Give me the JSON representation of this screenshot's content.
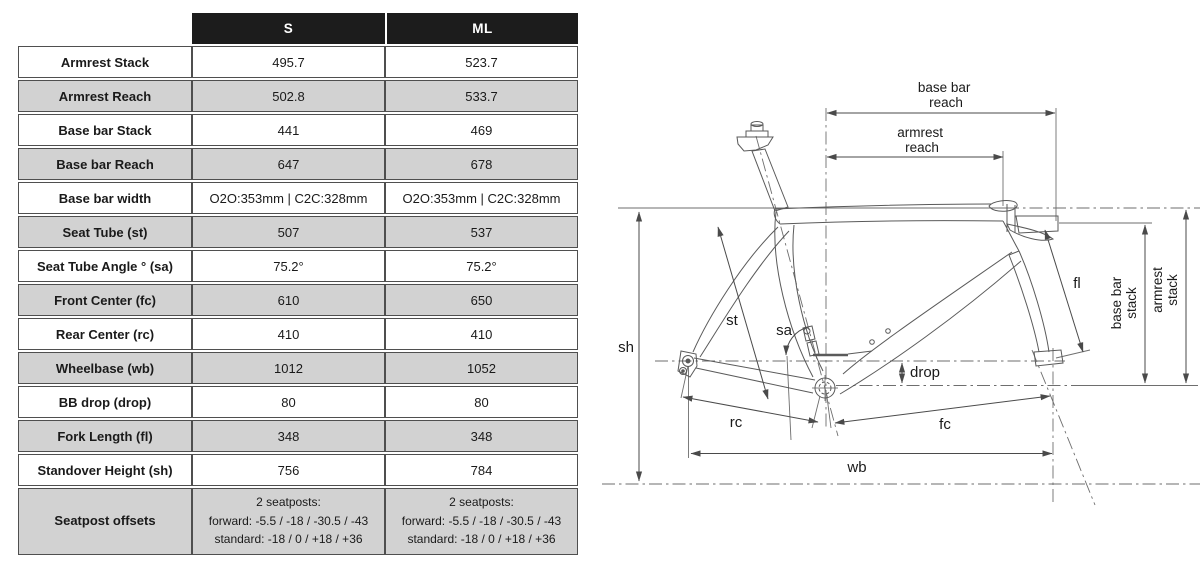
{
  "colors": {
    "header_bg": "#1c1c1c",
    "header_text": "#ffffff",
    "row_gray": "#d2d2d2",
    "row_white": "#ffffff",
    "cell_border": "#4f4f4f",
    "drawing_line": "#5a5a5a",
    "text": "#1a1a1a"
  },
  "table": {
    "header": [
      "S",
      "ML"
    ],
    "rows": [
      {
        "label": "Armrest Stack",
        "s": "495.7",
        "ml": "523.7"
      },
      {
        "label": "Armrest Reach",
        "s": "502.8",
        "ml": "533.7"
      },
      {
        "label": "Base bar Stack",
        "s": "441",
        "ml": "469"
      },
      {
        "label": "Base bar Reach",
        "s": "647",
        "ml": "678"
      },
      {
        "label": "Base bar width",
        "s": "O2O:353mm | C2C:328mm",
        "ml": "O2O:353mm | C2C:328mm"
      },
      {
        "label": "Seat Tube (st)",
        "s": "507",
        "ml": "537"
      },
      {
        "label": "Seat Tube Angle ° (sa)",
        "s": "75.2°",
        "ml": "75.2°"
      },
      {
        "label": "Front Center (fc)",
        "s": "610",
        "ml": "650"
      },
      {
        "label": "Rear Center (rc)",
        "s": "410",
        "ml": "410"
      },
      {
        "label": "Wheelbase (wb)",
        "s": "1012",
        "ml": "1052"
      },
      {
        "label": "BB drop (drop)",
        "s": "80",
        "ml": "80"
      },
      {
        "label": "Fork Length (fl)",
        "s": "348",
        "ml": "348"
      },
      {
        "label": "Standover Height (sh)",
        "s": "756",
        "ml": "784"
      }
    ],
    "offsets_row": {
      "label": "Seatpost offsets",
      "lines": [
        "2 seatposts:",
        "forward: -5.5 / -18 / -30.5 / -43",
        "standard: -18 / 0 / +18 / +36"
      ]
    }
  },
  "diagram": {
    "labels": {
      "base_bar_reach": [
        "base bar",
        "reach"
      ],
      "armrest_reach": [
        "armrest",
        "reach"
      ],
      "base_bar_stack": [
        "base bar",
        "stack"
      ],
      "armrest_stack": [
        "armrest",
        "stack"
      ],
      "sh": "sh",
      "st": "st",
      "sa": "sa",
      "drop": "drop",
      "rc": "rc",
      "fc": "fc",
      "wb": "wb",
      "fl": "fl"
    }
  }
}
